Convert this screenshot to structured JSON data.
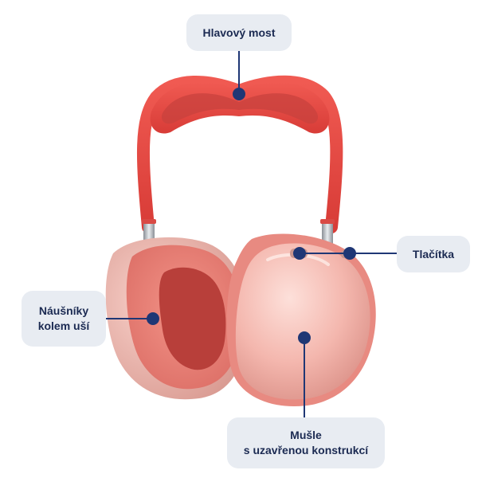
{
  "colors": {
    "label_bg": "#e8ecf2",
    "label_text": "#1b2a52",
    "pointer": "#1f3775",
    "headband": "#e94b46",
    "cushion": "#e87f76",
    "cup": "#f4b6ad"
  },
  "labels": {
    "headband": "Hlavový most",
    "buttons": "Tlačítka",
    "cushions": [
      "Náušníky",
      "kolem uší"
    ],
    "cups": [
      "Mušle",
      "s uzavřenou konstrukcí"
    ]
  }
}
